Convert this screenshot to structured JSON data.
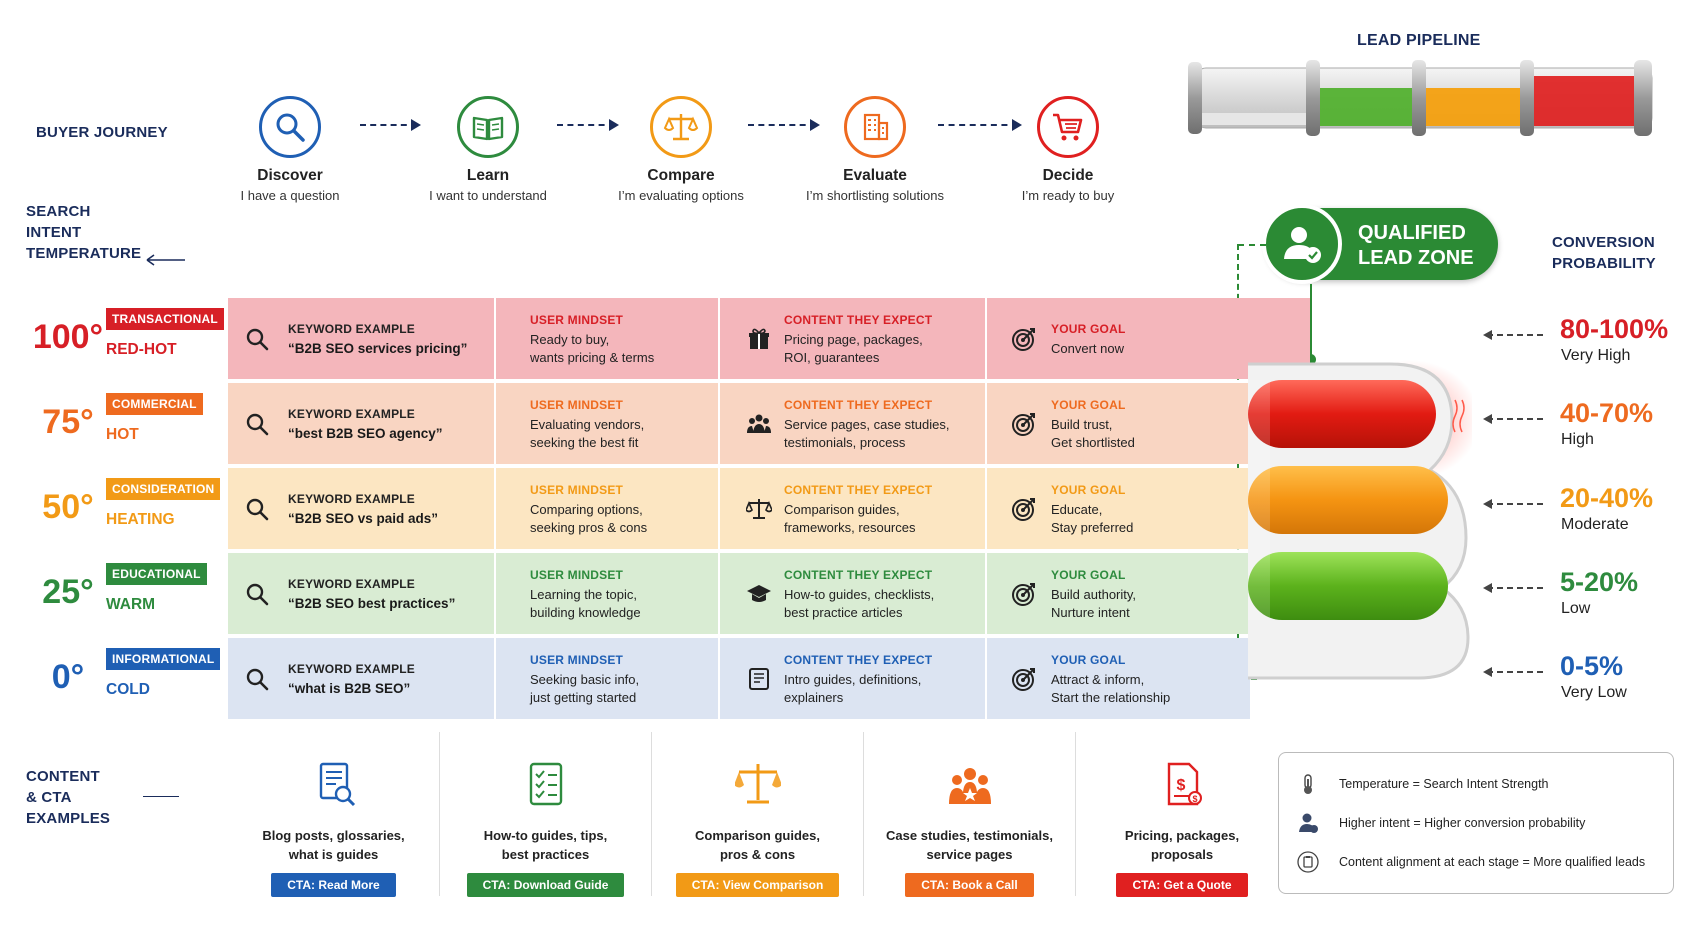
{
  "pipeline_title": "LEAD PIPELINE",
  "buyer_journey_label": "BUYER JOURNEY",
  "search_intent_label": [
    "SEARCH",
    "INTENT",
    "TEMPERATURE"
  ],
  "conversion_label": [
    "CONVERSION",
    "PROBABILITY"
  ],
  "qualified_zone": [
    "QUALIFIED",
    "LEAD ZONE"
  ],
  "stages": [
    {
      "title": "Discover",
      "desc": "I have a question",
      "color": "#1f5fb4",
      "icon": "search-icon"
    },
    {
      "title": "Learn",
      "desc": "I want to understand",
      "color": "#2e8b3e",
      "icon": "book-icon"
    },
    {
      "title": "Compare",
      "desc": "I’m evaluating options",
      "color": "#f29a16",
      "icon": "scale-icon"
    },
    {
      "title": "Evaluate",
      "desc": "I’m shortlisting solutions",
      "color": "#ee6a1f",
      "icon": "building-icon"
    },
    {
      "title": "Decide",
      "desc": "I’m ready to buy",
      "color": "#e02020",
      "icon": "cart-icon"
    }
  ],
  "headers": {
    "keyword": "KEYWORD EXAMPLE",
    "mindset": "USER MINDSET",
    "content": "CONTENT THEY EXPECT",
    "goal": "YOUR GOAL"
  },
  "rows": [
    {
      "deg": "100°",
      "badge": "TRANSACTIONAL",
      "heat": "RED-HOT",
      "color": "#d71f26",
      "bg": "#f4b6bb",
      "keyword": "“B2B SEO services pricing”",
      "mindset": [
        "Ready to buy,",
        "wants pricing & terms"
      ],
      "content": [
        "Pricing page, packages,",
        "ROI, guarantees"
      ],
      "goal": [
        "Convert now"
      ],
      "content_icon": "gift-icon"
    },
    {
      "deg": "75°",
      "badge": "COMMERCIAL",
      "heat": "HOT",
      "color": "#ee6a1f",
      "bg": "#f9d5c2",
      "keyword": "“best B2B SEO agency”",
      "mindset": [
        "Evaluating vendors,",
        "seeking the best fit"
      ],
      "content": [
        "Service pages, case studies,",
        "testimonials, process"
      ],
      "goal": [
        "Build trust,",
        "Get shortlisted"
      ],
      "content_icon": "people-icon"
    },
    {
      "deg": "50°",
      "badge": "CONSIDERATION",
      "heat": "HEATING",
      "color": "#f29a16",
      "bg": "#fce6c2",
      "keyword": "“B2B SEO vs paid ads”",
      "mindset": [
        "Comparing options,",
        "seeking pros & cons"
      ],
      "content": [
        "Comparison guides,",
        "frameworks, resources"
      ],
      "goal": [
        "Educate,",
        "Stay preferred"
      ],
      "content_icon": "scale-icon"
    },
    {
      "deg": "25°",
      "badge": "EDUCATIONAL",
      "heat": "WARM",
      "color": "#2e8b3e",
      "bg": "#d9ecd3",
      "keyword": "“B2B SEO best practices”",
      "mindset": [
        "Learning the topic,",
        "building knowledge"
      ],
      "content": [
        "How-to guides, checklists,",
        "best practice articles"
      ],
      "goal": [
        "Build authority,",
        "Nurture intent"
      ],
      "content_icon": "graduation-cap-icon"
    },
    {
      "deg": "0°",
      "badge": "INFORMATIONAL",
      "heat": "COLD",
      "color": "#1f5fb4",
      "bg": "#dce4f2",
      "keyword": "“what is B2B SEO”",
      "mindset": [
        "Seeking basic info,",
        "just getting started"
      ],
      "content": [
        "Intro guides, definitions,",
        "explainers"
      ],
      "goal": [
        "Attract & inform,",
        "Start the relationship"
      ],
      "content_icon": "document-icon"
    }
  ],
  "conversion": [
    {
      "pct": "80-100%",
      "level": "Very High",
      "color": "#d71f26"
    },
    {
      "pct": "40-70%",
      "level": "High",
      "color": "#ee6a1f"
    },
    {
      "pct": "20-40%",
      "level": "Moderate",
      "color": "#f29a16"
    },
    {
      "pct": "5-20%",
      "level": "Low",
      "color": "#2e8b3e"
    },
    {
      "pct": "0-5%",
      "level": "Very Low",
      "color": "#1f5fb4"
    }
  ],
  "content_cta_label": [
    "CONTENT",
    "& CTA",
    "EXAMPLES"
  ],
  "examples": [
    {
      "text": [
        "Blog posts, glossaries,",
        "what is guides"
      ],
      "cta": "CTA: Read More",
      "color": "#1f5fb4"
    },
    {
      "text": [
        "How-to guides, tips,",
        "best practices"
      ],
      "cta": "CTA: Download Guide",
      "color": "#2e8b3e"
    },
    {
      "text": [
        "Comparison guides,",
        "pros & cons"
      ],
      "cta": "CTA: View Comparison",
      "color": "#f29a16"
    },
    {
      "text": [
        "Case studies, testimonials,",
        "service pages"
      ],
      "cta": "CTA: Book a Call",
      "color": "#ee6a1f"
    },
    {
      "text": [
        "Pricing, packages,",
        "proposals"
      ],
      "cta": "CTA: Get a Quote",
      "color": "#e02020"
    }
  ],
  "legend": [
    {
      "text": "Temperature = Search Intent Strength",
      "icon": "thermometer-icon"
    },
    {
      "text": "Higher intent = Higher conversion probability",
      "icon": "user-icon"
    },
    {
      "text": "Content alignment at each stage = More qualified leads",
      "icon": "clipboard-icon"
    }
  ]
}
